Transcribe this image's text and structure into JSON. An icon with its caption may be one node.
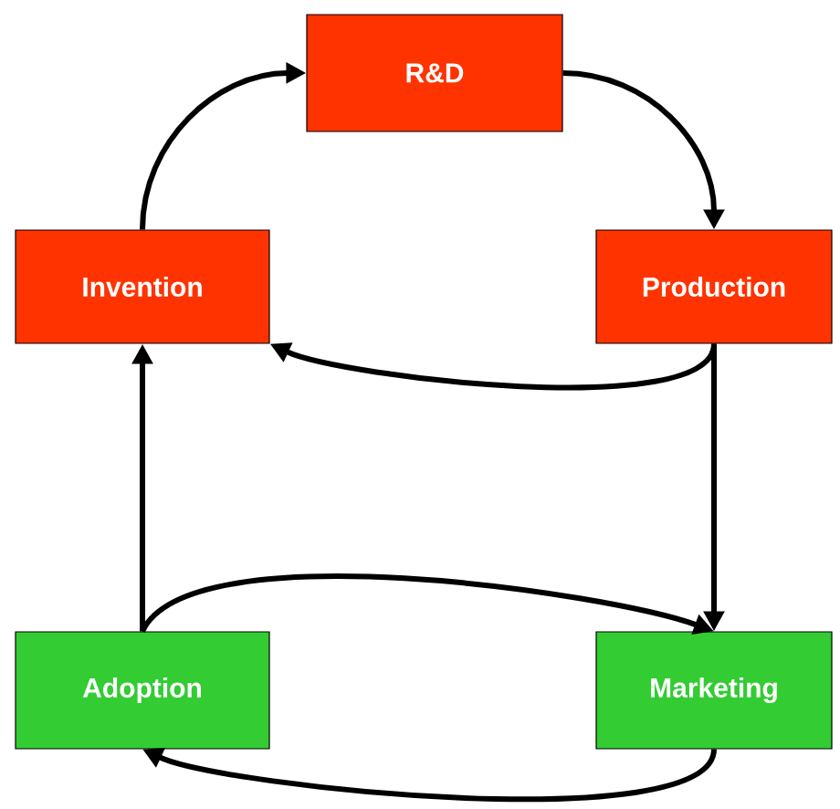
{
  "diagram": {
    "nodes": [
      {
        "text": [
          "R&D"
        ]
      },
      {
        "text": [
          "Invention"
        ]
      },
      {
        "text": [
          "Production"
        ]
      },
      {
        "text": [
          "Adoption"
        ]
      },
      {
        "text": [
          "Marketing"
        ]
      }
    ],
    "edges": [
      {
        "from": 1,
        "to": 0,
        "arrow": "to"
      },
      {
        "from": 0,
        "to": 2,
        "arrow": "to"
      },
      {
        "from": 2,
        "to": 1,
        "arrow": "to"
      },
      {
        "from": 2,
        "to": 4,
        "arrow": "to"
      },
      {
        "from": 3,
        "to": 1,
        "arrow": "to"
      },
      {
        "from": 3,
        "to": 4,
        "arrow": "to"
      },
      {
        "from": 4,
        "to": 3,
        "arrow": "to"
      }
    ]
  }
}
